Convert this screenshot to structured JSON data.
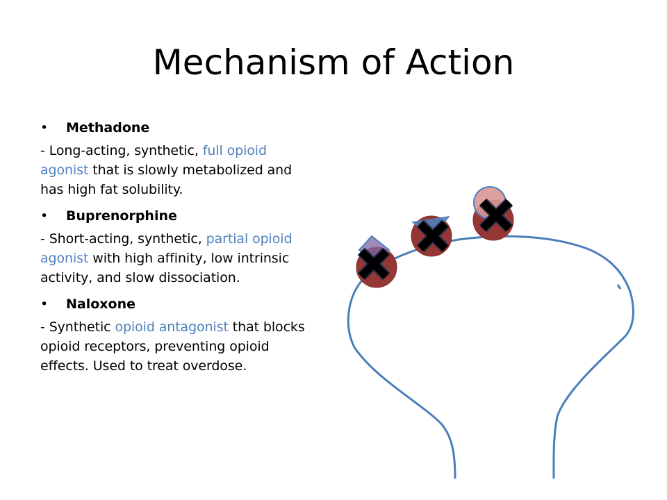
{
  "slide": {
    "title": "Mechanism of Action",
    "bullet_glyph": "•",
    "items": [
      {
        "heading": "Methadone",
        "desc_before": "- Long-acting, synthetic, ",
        "desc_highlight": "full opioid agonist",
        "desc_after": " that is slowly metabolized and has high fat solubility."
      },
      {
        "heading": "Buprenorphine",
        "desc_before": "- Short-acting, synthetic, ",
        "desc_highlight": "partial opioid agonist",
        "desc_after": " with high affinity, low intrinsic activity, and slow dissociation."
      },
      {
        "heading": "Naloxone",
        "desc_before": "- Synthetic ",
        "desc_highlight": "opioid antagonist",
        "desc_after": " that blocks opioid receptors, preventing opioid effects.  Used to treat overdose."
      }
    ]
  },
  "colors": {
    "highlight": "#4f81bd",
    "cell_outline": "#4a7ebb",
    "receptor": "#953735",
    "ligand_purple": "#8064a2",
    "ligand_blue": "#4f81bd",
    "ligand_pink": "#d99694",
    "block_mark": "#000000"
  },
  "icons": {
    "receptor": "receptor-circle-icon",
    "block": "x-mark-icon"
  }
}
